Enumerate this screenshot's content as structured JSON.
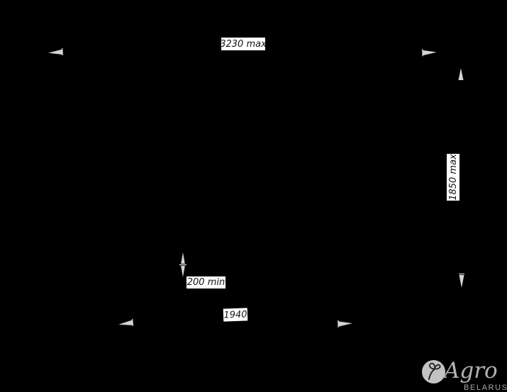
{
  "page": {
    "background": "#000000",
    "description": "black technical dimension drawing (machine outline not visible on black background)"
  },
  "drawing": {
    "dimension_labels": {
      "overall_width": "3230 max",
      "overall_height": "1850 max",
      "ground_clearance": "200 min",
      "track_width": "1940"
    },
    "colors": {
      "label_background": "#ffffff",
      "label_text": "#141414",
      "arrow": "#d4d4d4"
    },
    "icons": {
      "dim-arrow-left-icon": "left-pointing dimension arrowhead",
      "dim-arrow-right-icon": "right-pointing dimension arrowhead",
      "dim-arrow-up-icon": "up-pointing dimension arrowhead",
      "dim-arrow-down-icon": "down-pointing dimension arrowhead",
      "dim-double-arrow-vertical-icon": "vertical double-headed dimension arrow",
      "sprout-icon": "leaf sprout in circle"
    }
  },
  "watermark": {
    "brand": "Agro",
    "region": "BELARUS",
    "color": "#b4b4b4"
  }
}
